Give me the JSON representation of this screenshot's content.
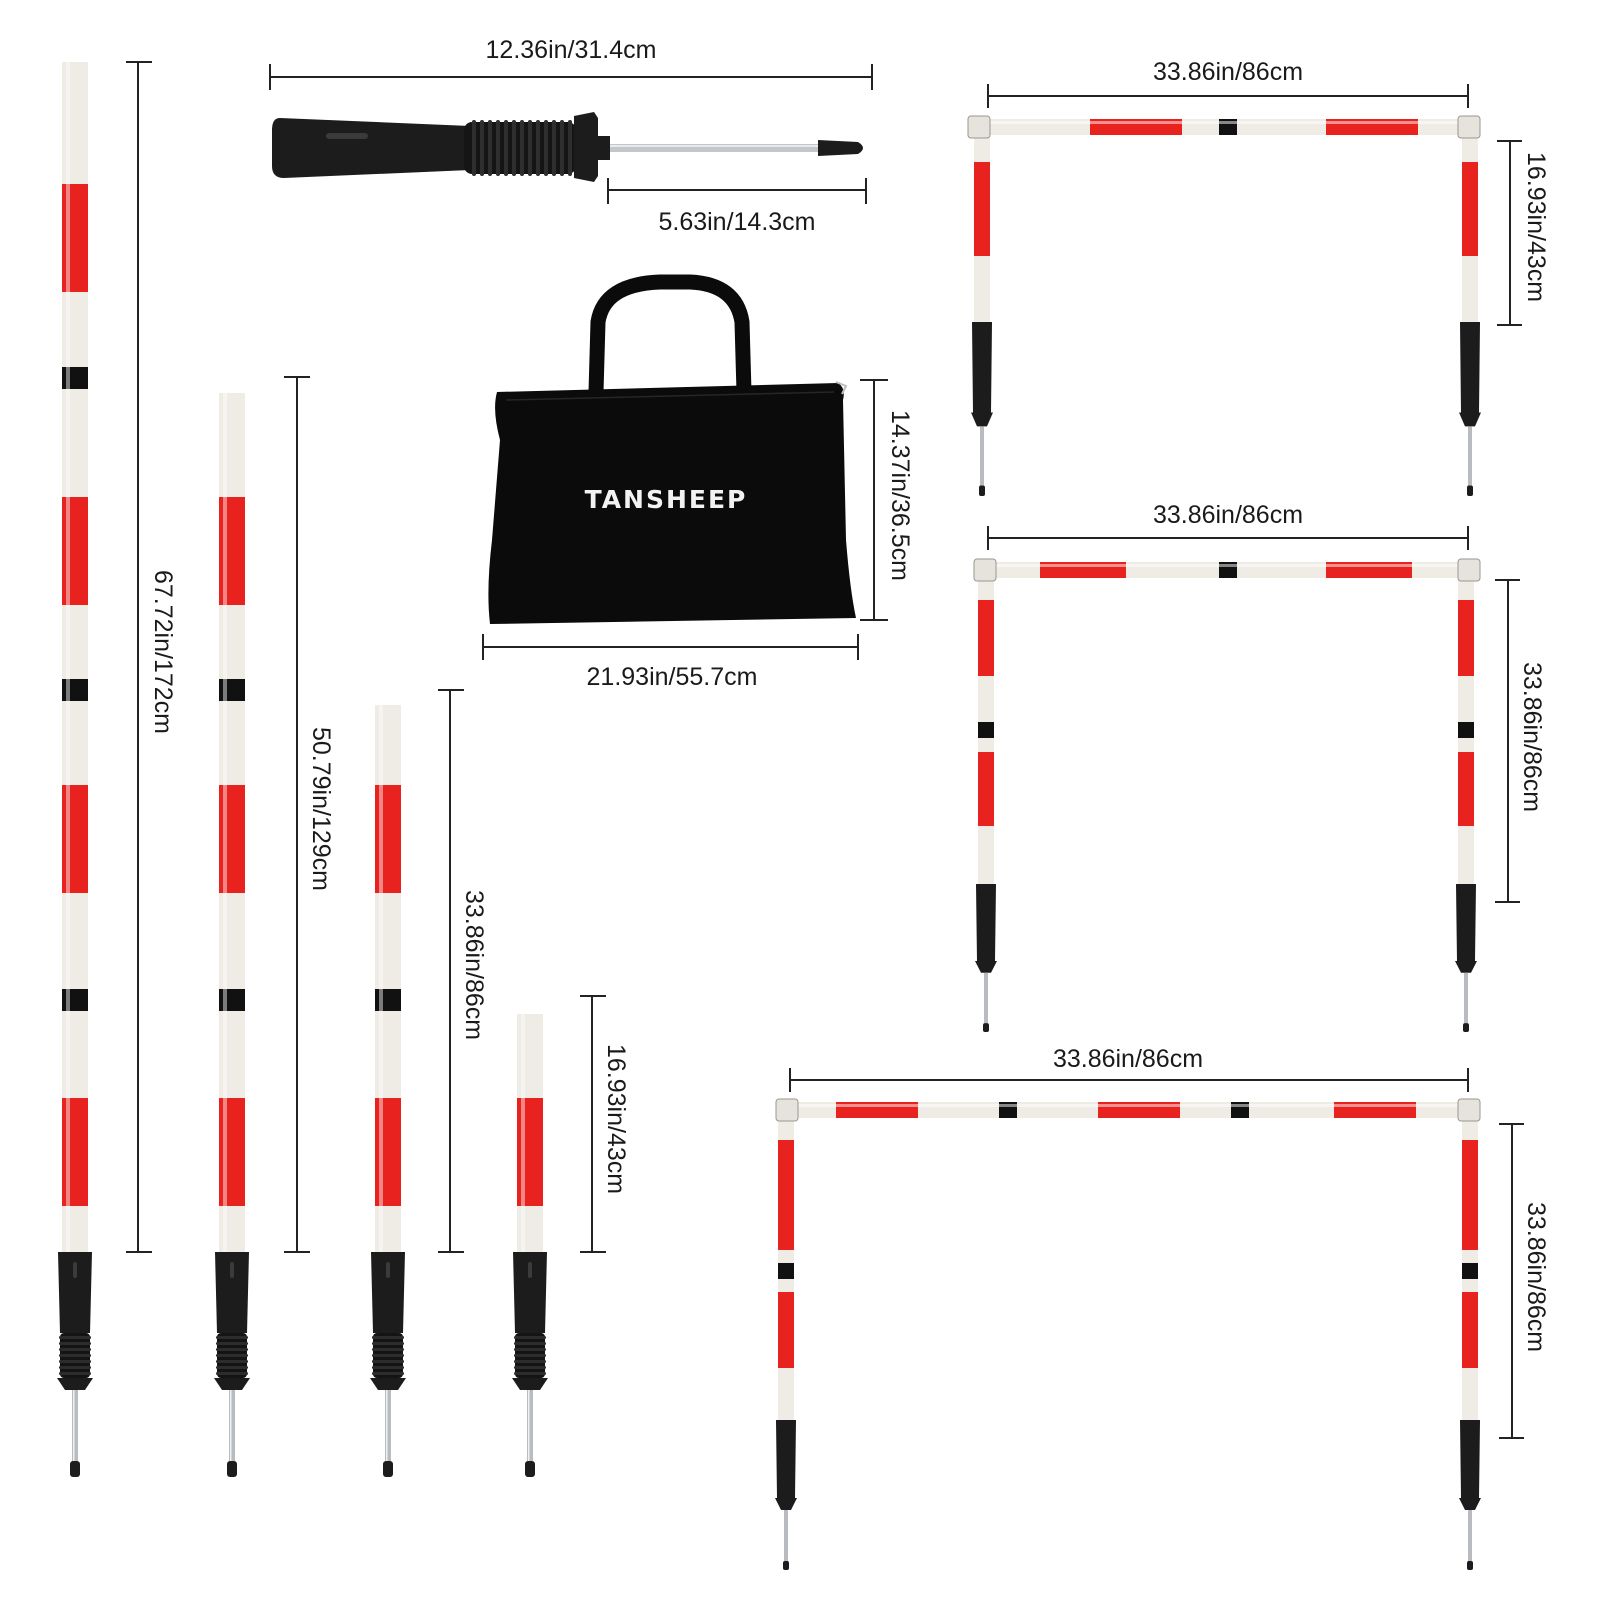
{
  "brand": {
    "bag_logo": "TANSHEEP"
  },
  "colors": {
    "pole_red": "#e8231f",
    "pole_white": "#efece6",
    "band_black": "#111111",
    "handle_black": "#1c1c1c",
    "spike_steel": "#b8bcc0",
    "bag_black": "#0b0b0b",
    "dimension_line": "#222222"
  },
  "icons": {
    "poles": "striped-agility-pole-icon",
    "spike_base": "ground-spike-base-icon",
    "bag": "carry-bag-icon",
    "hurdle": "agility-hurdle-frame-icon"
  },
  "dimensions": {
    "pole_longest_height": "67.72in/172cm",
    "pole_long_height": "50.79in/129cm",
    "pole_medium_height": "33.86in/86cm",
    "pole_short_height": "16.93in/43cm",
    "spike_base_total_length": "12.36in/31.4cm",
    "spike_base_rod_length": "5.63in/14.3cm",
    "bag_height": "14.37in/36.5cm",
    "bag_width": "21.93in/55.7cm",
    "hurdle_small_width": "33.86in/86cm",
    "hurdle_small_height": "16.93in/43cm",
    "hurdle_medium_width": "33.86in/86cm",
    "hurdle_medium_height": "33.86in/86cm",
    "hurdle_large_width": "33.86in/86cm",
    "hurdle_large_height": "33.86in/86cm"
  }
}
